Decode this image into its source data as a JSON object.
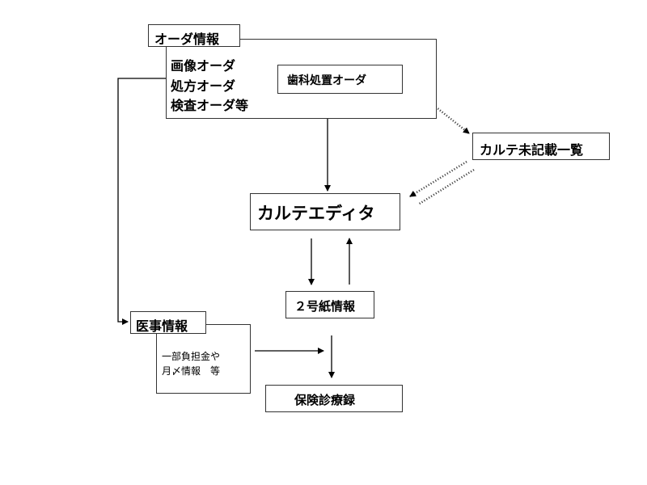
{
  "order_info": {
    "title": "オーダ情報",
    "items": [
      "画像オーダ",
      "処方オーダ",
      "検査オーダ等"
    ],
    "dental": "歯科処置オーダ"
  },
  "chart_editor": "カルテエディタ",
  "unrecorded_list": "カルテ未記載一覧",
  "form2_info": "２号紙情報",
  "medical_affairs": {
    "title": "医事情報",
    "detail_lines": [
      "一部負担金や",
      "月〆情報　等"
    ]
  },
  "insurance_record": "保険診療録",
  "colors": {
    "line": "#000000",
    "box_border": "#333333",
    "dotted": "#444444"
  }
}
